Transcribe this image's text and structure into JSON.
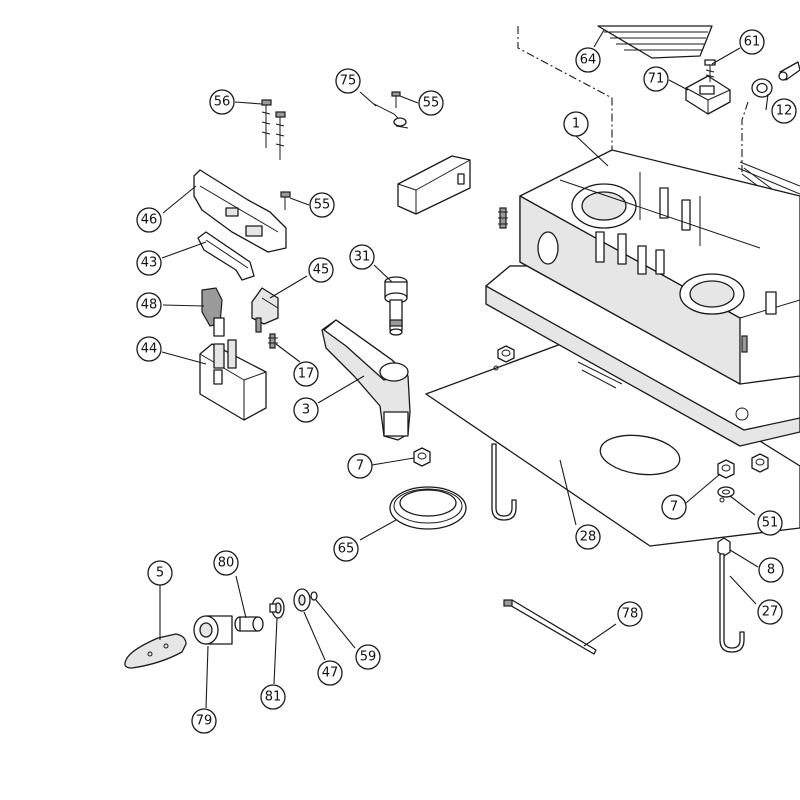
{
  "diagram": {
    "type": "exploded-parts-view",
    "callouts": [
      {
        "id": "c1",
        "label": "1"
      },
      {
        "id": "c3",
        "label": "3"
      },
      {
        "id": "c5",
        "label": "5"
      },
      {
        "id": "c7a",
        "label": "7"
      },
      {
        "id": "c7b",
        "label": "7"
      },
      {
        "id": "c8",
        "label": "8"
      },
      {
        "id": "c12",
        "label": "12"
      },
      {
        "id": "c17",
        "label": "17"
      },
      {
        "id": "c27",
        "label": "27"
      },
      {
        "id": "c28",
        "label": "28"
      },
      {
        "id": "c31",
        "label": "31"
      },
      {
        "id": "c43",
        "label": "43"
      },
      {
        "id": "c44",
        "label": "44"
      },
      {
        "id": "c45",
        "label": "45"
      },
      {
        "id": "c46",
        "label": "46"
      },
      {
        "id": "c47",
        "label": "47"
      },
      {
        "id": "c48",
        "label": "48"
      },
      {
        "id": "c51",
        "label": "51"
      },
      {
        "id": "c55a",
        "label": "55"
      },
      {
        "id": "c55b",
        "label": "55"
      },
      {
        "id": "c56",
        "label": "56"
      },
      {
        "id": "c59",
        "label": "59"
      },
      {
        "id": "c61",
        "label": "61"
      },
      {
        "id": "c64",
        "label": "64"
      },
      {
        "id": "c65",
        "label": "65"
      },
      {
        "id": "c71",
        "label": "71"
      },
      {
        "id": "c75",
        "label": "75"
      },
      {
        "id": "c78",
        "label": "78"
      },
      {
        "id": "c79",
        "label": "79"
      },
      {
        "id": "c80",
        "label": "80"
      },
      {
        "id": "c81",
        "label": "81"
      }
    ]
  }
}
